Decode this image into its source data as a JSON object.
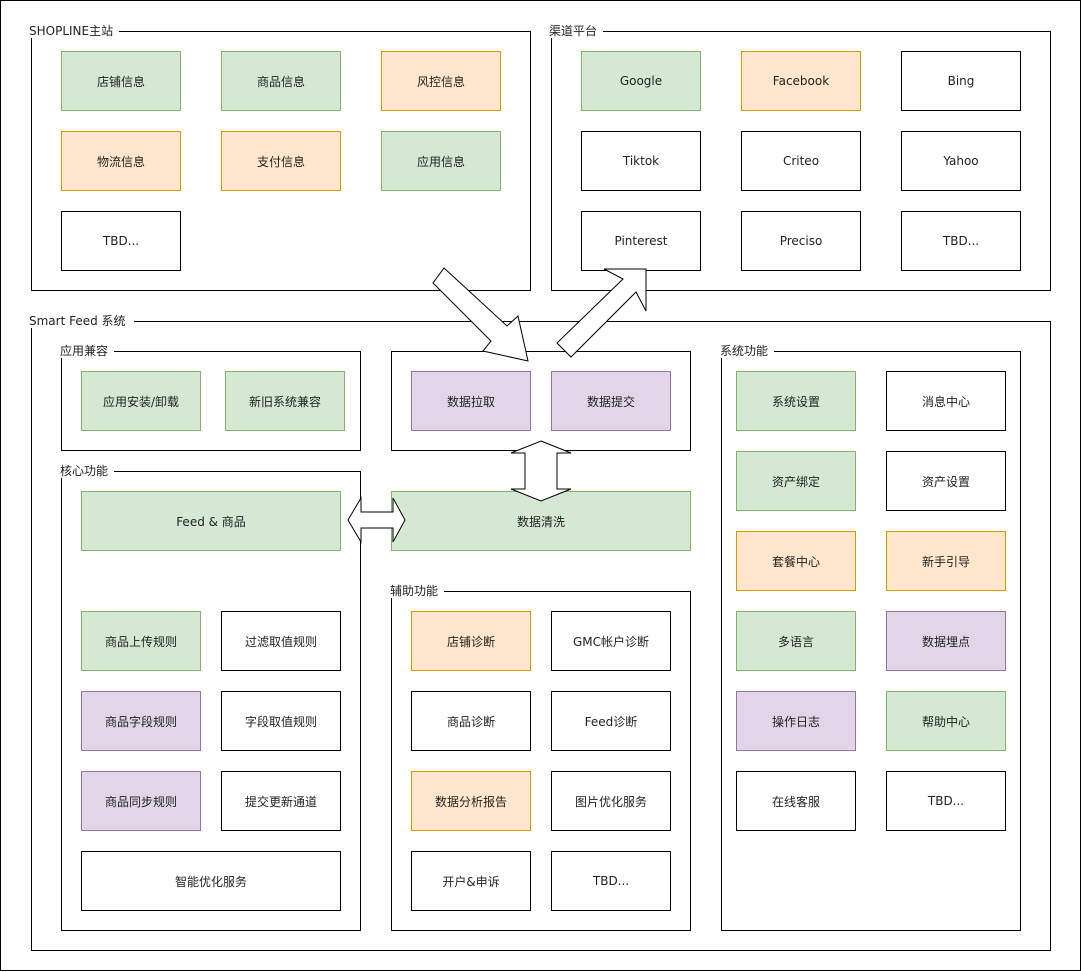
{
  "groups": {
    "shopline": "SHOPLINE主站",
    "channel": "渠道平台",
    "smartfeed": "Smart Feed 系统",
    "compat": "应用兼容",
    "core": "核心功能",
    "aux": "辅助功能",
    "sys": "系统功能"
  },
  "shopline": {
    "store_info": "店铺信息",
    "product_info": "商品信息",
    "risk_info": "风控信息",
    "logistics_info": "物流信息",
    "payment_info": "支付信息",
    "app_info": "应用信息",
    "tbd": "TBD..."
  },
  "channel": {
    "google": "Google",
    "facebook": "Facebook",
    "bing": "Bing",
    "tiktok": "Tiktok",
    "criteo": "Criteo",
    "yahoo": "Yahoo",
    "pinterest": "Pinterest",
    "preciso": "Preciso",
    "tbd": "TBD..."
  },
  "compat": {
    "install": "应用安装/卸载",
    "legacy": "新旧系统兼容"
  },
  "data_flow": {
    "pull": "数据拉取",
    "submit": "数据提交",
    "clean": "数据清洗"
  },
  "core": {
    "feed_product": "Feed & 商品",
    "upload_rule": "商品上传规则",
    "filter_rule": "过滤取值规则",
    "field_rule": "商品字段规则",
    "field_value_rule": "字段取值规则",
    "sync_rule": "商品同步规则",
    "update_channel": "提交更新通道",
    "smart_opt": "智能优化服务"
  },
  "aux": {
    "store_diag": "店铺诊断",
    "gmc_diag": "GMC帐户诊断",
    "product_diag": "商品诊断",
    "feed_diag": "Feed诊断",
    "report": "数据分析报告",
    "image_opt": "图片优化服务",
    "appeal": "开户&申诉",
    "tbd": "TBD..."
  },
  "sys": {
    "settings": "系统设置",
    "messages": "消息中心",
    "asset_bind": "资产绑定",
    "asset_settings": "资产设置",
    "packages": "套餐中心",
    "onboarding": "新手引导",
    "i18n": "多语言",
    "tracking": "数据埋点",
    "oplog": "操作日志",
    "help": "帮助中心",
    "support": "在线客服",
    "tbd": "TBD..."
  },
  "colors": {
    "green_fill": "#d5e8d4",
    "green_stroke": "#82b366",
    "orange_fill": "#ffe6cc",
    "orange_stroke": "#d79b00",
    "purple_fill": "#e1d5e7",
    "purple_stroke": "#9673a6"
  }
}
